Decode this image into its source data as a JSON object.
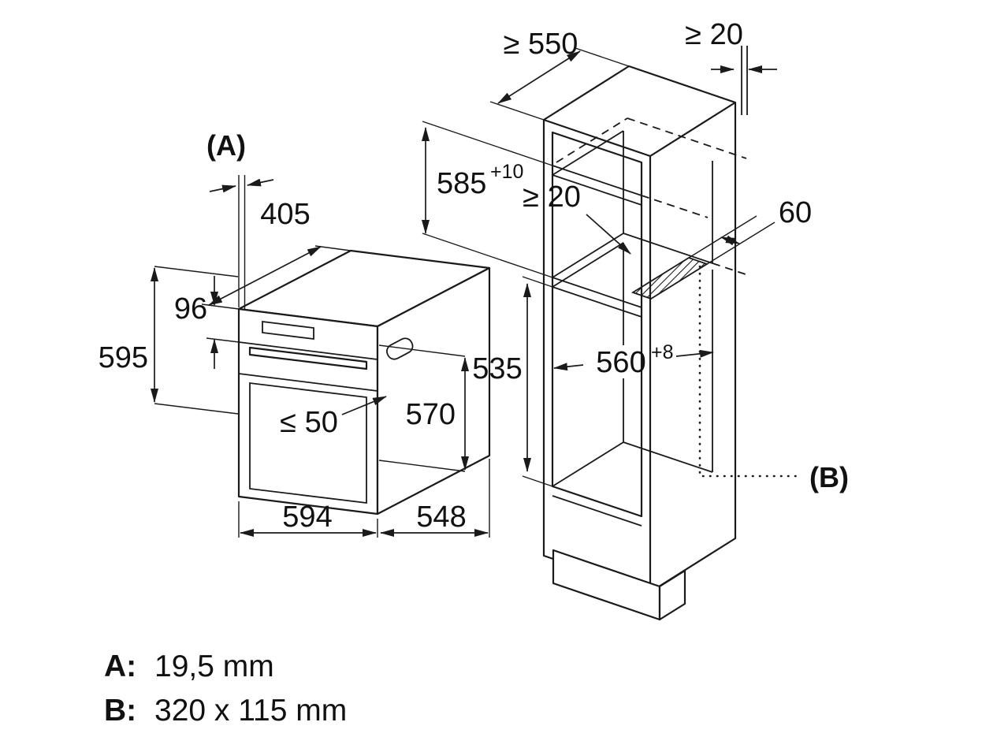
{
  "oven": {
    "a_marker": "(A)",
    "depth_top": "405",
    "panel_height": "96",
    "height": "595",
    "door_clearance": "≤ 50",
    "front_height": "570",
    "width": "594",
    "depth": "548"
  },
  "cabinet": {
    "min_depth": "≥ 550",
    "wall_gap": "≥ 20",
    "niche_height": "585",
    "niche_height_tol": "+10",
    "vent_gap": "≥ 20",
    "vent_depth": "60",
    "niche_depth": "560",
    "niche_depth_tol": "+8",
    "lower_height": "535",
    "b_marker": "(B)"
  },
  "legend": {
    "a_key": "A:",
    "a_value": "19,5 mm",
    "b_key": "B:",
    "b_value": "320 x 115 mm"
  },
  "colors": {
    "line": "#1a1a1a",
    "background": "#ffffff"
  }
}
